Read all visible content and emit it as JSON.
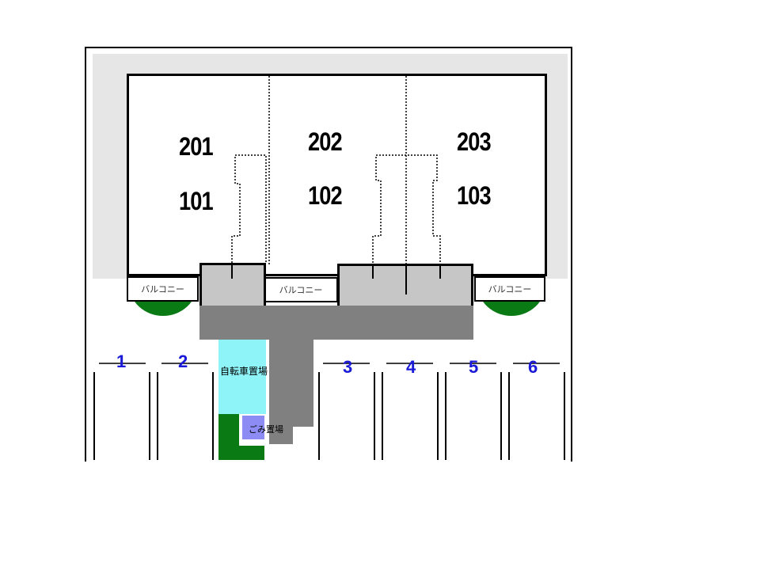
{
  "units": {
    "upper": [
      "201",
      "202",
      "203"
    ],
    "lower": [
      "101",
      "102",
      "103"
    ]
  },
  "balconies": [
    "バルコニー",
    "バルコニー",
    "バルコニー"
  ],
  "parking_spaces": [
    "1",
    "2",
    "3",
    "4",
    "5",
    "6"
  ],
  "facilities": {
    "bicycle_parking": "自転車置場",
    "garbage_area": "ごみ置場"
  },
  "colors": {
    "ground": "#e6e6e6",
    "walkway": "#c6c6c6",
    "driveway": "#808080",
    "green": "#0a7a14",
    "bicycle": "#8ef4f8",
    "garbage": "#8c8cf4",
    "space_number": "#1a1ad8"
  }
}
